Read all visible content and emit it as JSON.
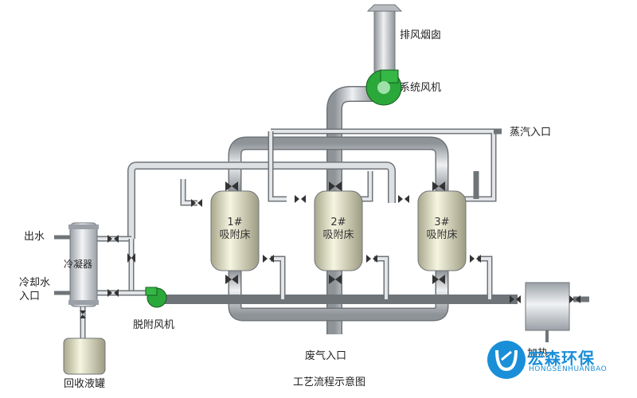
{
  "labels": {
    "exhaust_stack": "排风烟囱",
    "system_fan": "系统风机",
    "steam_inlet": "蒸汽入口",
    "water_out": "出水",
    "condenser": "冷凝器",
    "cooling_water_inlet": "冷却水\n入口",
    "desorption_fan": "脱附风机",
    "waste_gas_inlet": "废气入口",
    "recovery_tank": "回收液罐",
    "heater": "加热",
    "diagram_title": "工艺流程示意图"
  },
  "beds": [
    {
      "id": "1#",
      "name": "吸附床"
    },
    {
      "id": "2#",
      "name": "吸附床"
    },
    {
      "id": "3#",
      "name": "吸附床"
    }
  ],
  "logo": {
    "name_cn": "宏森环保",
    "name_en": "HONGSENHUANBAO",
    "color": "#1a8fd8"
  },
  "colors": {
    "pipe": "#c8ccd0",
    "pipe_edge": "#6f7478",
    "tank": "#ecebd2",
    "fan": "#2aa83a",
    "valve": "#333333"
  }
}
